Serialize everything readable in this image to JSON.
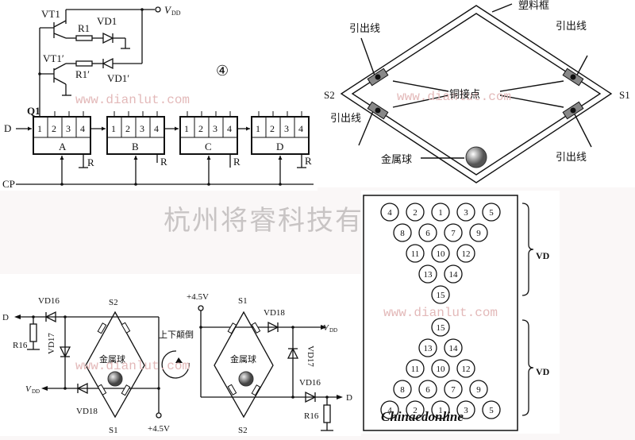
{
  "watermarks": {
    "company": "杭州将睿科技有限公司",
    "site": "www.dianlut.com",
    "brand": "Chinaedonline"
  },
  "panel_top_left": {
    "label": "④",
    "transistors": [
      "VT1",
      "VT1′"
    ],
    "resistors": [
      "R1",
      "R1′"
    ],
    "leds": [
      "VD1",
      "VD1′"
    ],
    "supply": "VDD",
    "supply_sub": "DD",
    "supply_v": "V",
    "output": "Q1",
    "input": "D",
    "clock": "CP",
    "reset": "R",
    "registers": [
      {
        "name": "A",
        "cells": [
          "1",
          "2",
          "3",
          "4"
        ]
      },
      {
        "name": "B",
        "cells": [
          "1",
          "2",
          "3",
          "4"
        ]
      },
      {
        "name": "C",
        "cells": [
          "1",
          "2",
          "3",
          "4"
        ]
      },
      {
        "name": "D",
        "cells": [
          "1",
          "2",
          "3",
          "4"
        ]
      }
    ]
  },
  "panel_top_right": {
    "frame": "塑料框",
    "lead": "引出线",
    "contacts": "铜接点",
    "ball": "金属球",
    "s1": "S1",
    "s2": "S2"
  },
  "panel_bottom_left": {
    "flip": "上下颠倒",
    "ball": "金属球",
    "left": {
      "top": "S2",
      "bottom": "S1",
      "d1": "VD16",
      "d2": "VD17",
      "d3": "VD18",
      "r": "R16",
      "out_d": "D",
      "out_v": "V",
      "out_v_sub": "DD",
      "supply": "+4.5V"
    },
    "right": {
      "top": "S1",
      "bottom": "S2",
      "d1": "VD18",
      "d2": "VD17",
      "d3": "VD16",
      "r": "R16",
      "out_d": "D",
      "out_v": "V",
      "out_v_sub": "DD",
      "supply": "+4.5V"
    }
  },
  "panel_bottom_right": {
    "group_label": "VD",
    "top_rows": [
      [
        "4",
        "2",
        "1",
        "3",
        "5"
      ],
      [
        "8",
        "6",
        "7",
        "9"
      ],
      [
        "11",
        "10",
        "12"
      ],
      [
        "13",
        "14"
      ],
      [
        "15"
      ]
    ],
    "bottom_rows": [
      [
        "15"
      ],
      [
        "13",
        "14"
      ],
      [
        "11",
        "10",
        "12"
      ],
      [
        "8",
        "6",
        "7",
        "9"
      ],
      [
        "4",
        "2",
        "1",
        "3",
        "5"
      ]
    ]
  }
}
